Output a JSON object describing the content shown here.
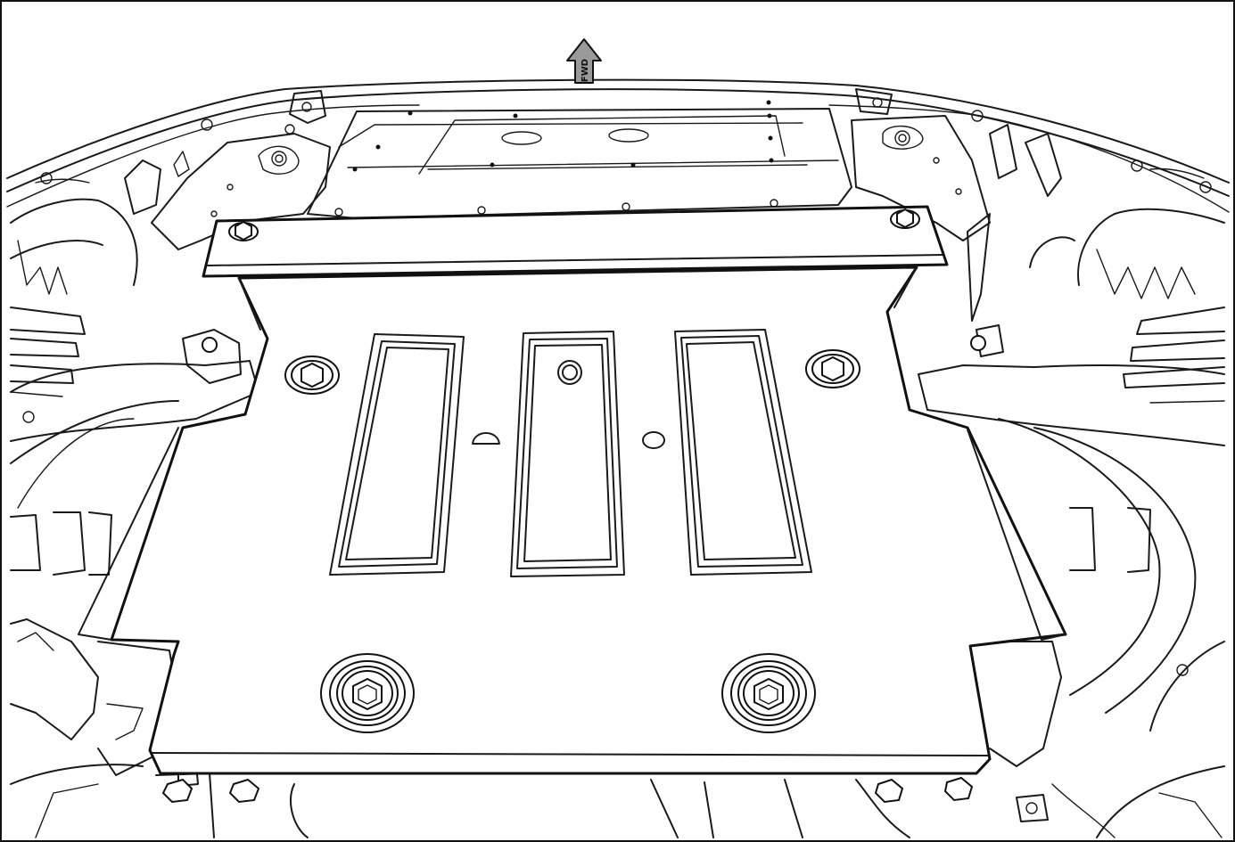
{
  "figure": {
    "direction_arrow": {
      "label": "FWD",
      "icon": "up-arrow-icon",
      "fill_color": "#9a9a9a",
      "outline_color": "#111111"
    },
    "plate_slots_count": 3,
    "plate_main_bolts": 4,
    "plate_top_bolts": 2,
    "line_color": "#111111",
    "background_color": "#ffffff"
  }
}
